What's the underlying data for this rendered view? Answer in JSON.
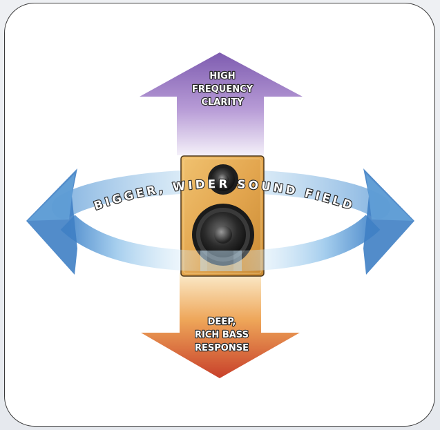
{
  "diagram": {
    "top_label": [
      "HIGH",
      "FREQUENCY",
      "CLARITY"
    ],
    "bottom_label": [
      "DEEP,",
      "RICH BASS",
      "RESPONSE"
    ],
    "arc_label": "BIGGER, WIDER SOUND FIELD",
    "colors": {
      "top_arrow_dark": "#7e5cb0",
      "top_arrow_light": "#f1ecf7",
      "bottom_arrow_dark": "#c8542a",
      "bottom_arrow_light": "#fbe9c8",
      "ring_blue": "#4f8fd0",
      "ring_light": "#dff0fa",
      "speaker_cabinet": "#e6ad55",
      "speaker_driver": "#2f2f2f"
    },
    "icons": [
      "speaker-icon"
    ]
  }
}
